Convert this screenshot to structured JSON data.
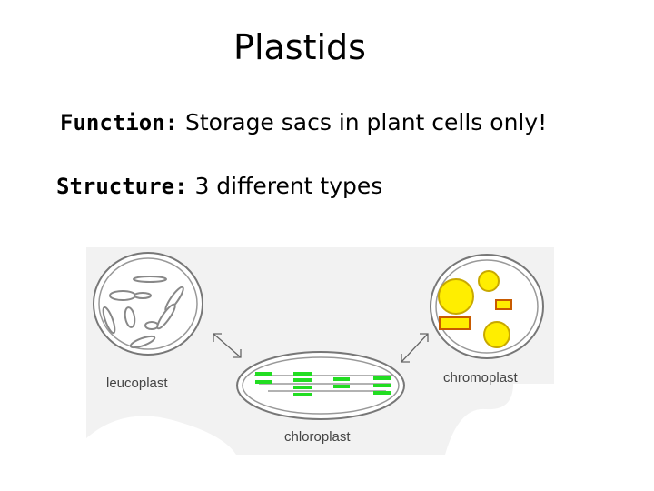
{
  "slide": {
    "title": "Plastids",
    "function_label": "Function:",
    "function_text": "Storage sacs in plant cells only!",
    "structure_label": "Structure:",
    "structure_text": "3 different types"
  },
  "diagram": {
    "labels": {
      "leucoplast": "leucoplast",
      "chloroplast": "chloroplast",
      "chromoplast": "chromoplast"
    },
    "colors": {
      "thylakoid": "#22dd22",
      "pigment": "#ffee00",
      "outline": "#888888",
      "background": "#f2f2f2"
    }
  }
}
